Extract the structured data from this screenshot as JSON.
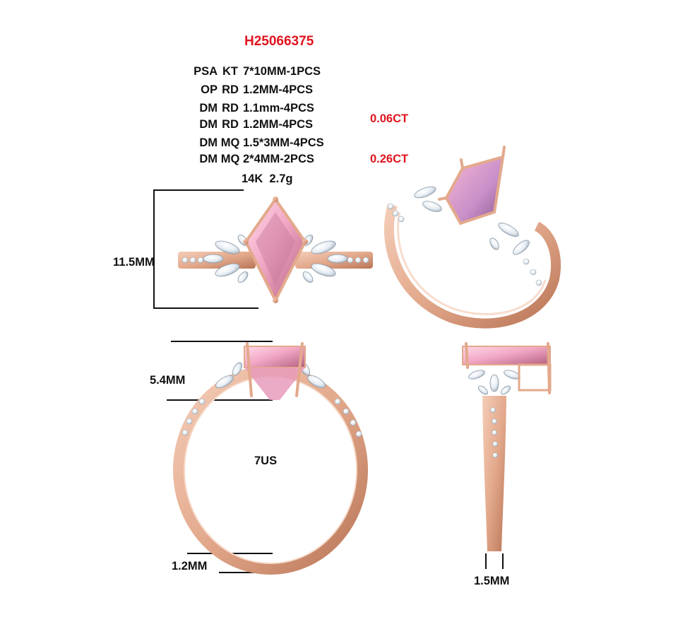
{
  "product_code": "H25066375",
  "specs": [
    {
      "type": "PSA",
      "cut": "KT",
      "size": "7*10MM-1PCS"
    },
    {
      "type": "OP",
      "cut": "RD",
      "size": "1.2MM-4PCS"
    },
    {
      "type": "DM",
      "cut": "RD",
      "size": "1.1mm-4PCS"
    },
    {
      "type": "DM",
      "cut": "RD",
      "size": "1.2MM-4PCS"
    },
    {
      "type": "DM",
      "cut": "MQ",
      "size": "1.5*3MM-4PCS"
    },
    {
      "type": "DM",
      "cut": "MQ",
      "size": "2*4MM-2PCS"
    }
  ],
  "metal": "14K  2.7g",
  "carat_totals": [
    "0.06CT",
    "0.26CT"
  ],
  "dimensions": {
    "top_height": "11.5MM",
    "side_height": "5.4MM",
    "ring_size": "7US",
    "band_thickness": "1.2MM",
    "band_width": "1.5MM"
  },
  "colors": {
    "accent_red": "#e0141e",
    "rose_gold": "#e3a98c",
    "rose_gold_dark": "#b97557",
    "pink_stone": "#f2a9c6",
    "pink_stone_dark": "#b4607f",
    "diamond": "#eef3f8"
  }
}
